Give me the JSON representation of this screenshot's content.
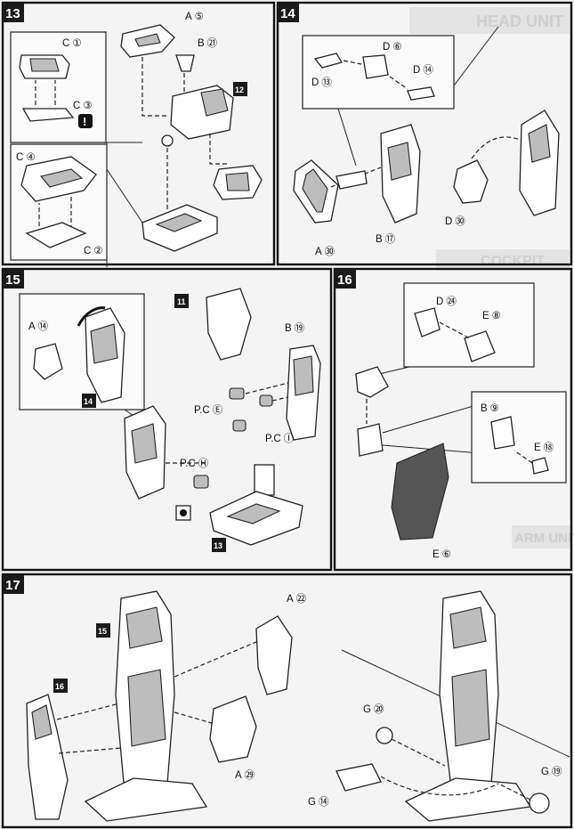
{
  "steps": {
    "s13": "13",
    "s14": "14",
    "s15": "15",
    "s16": "16",
    "s17": "17"
  },
  "refs": {
    "r11": "11",
    "r12": "12",
    "r13": "13",
    "r14": "14",
    "r15": "15",
    "r16": "16"
  },
  "labels": {
    "p13": {
      "a5": "A",
      "a5n": "⑤",
      "b21": "B",
      "b21n": "㉑",
      "c1": "C",
      "c1n": "①",
      "c3": "C",
      "c3n": "③",
      "c4": "C",
      "c4n": "④",
      "c2": "C",
      "c2n": "②",
      "warn": "!"
    },
    "p14": {
      "d6": "D",
      "d6n": "⑥",
      "d13": "D",
      "d13n": "⑬",
      "d14": "D",
      "d14n": "⑭",
      "a30": "A",
      "a30n": "㉚",
      "b17": "B",
      "b17n": "⑰",
      "d30": "D",
      "d30n": "㉚"
    },
    "p15": {
      "a14": "A",
      "a14n": "⑭",
      "b19": "B",
      "b19n": "⑲",
      "pce": "P.C",
      "pcen": "Ⓔ",
      "pci": "P.C",
      "pcin": "Ⓘ",
      "pch": "P.C",
      "pchn": "Ⓗ"
    },
    "p16": {
      "d24": "D",
      "d24n": "㉔",
      "e8": "E",
      "e8n": "⑧",
      "b9": "B",
      "b9n": "⑨",
      "e18": "E",
      "e18n": "⑱",
      "e6": "E",
      "e6n": "⑥"
    },
    "p17": {
      "a22": "A",
      "a22n": "㉒",
      "a29": "A",
      "a29n": "㉙",
      "g20": "G",
      "g20n": "⑳",
      "g14": "G",
      "g14n": "⑭",
      "g19": "G",
      "g19n": "⑲"
    }
  },
  "background_headings": {
    "head_unit": "HEAD UNIT",
    "cockpit": "COCKPIT",
    "arm_unit": "ARM UNIT"
  },
  "colors": {
    "ink": "#111111",
    "paper": "#f4f4f4",
    "shade": "#bdbdbd"
  }
}
